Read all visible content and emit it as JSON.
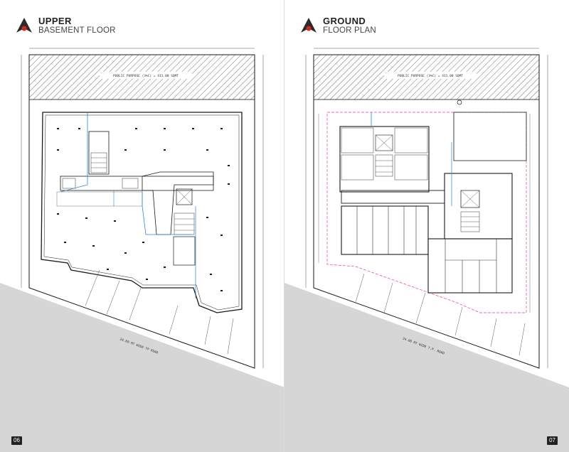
{
  "left_page": {
    "title": "UPPER",
    "subtitle": "BASEMENT FLOOR",
    "page_number": "06",
    "hatch_label": "PUBLIC PURPOSE (3%C) = 411.00 SQMT",
    "road_label": "24.00 MT WIDE TP ROAD"
  },
  "right_page": {
    "title": "GROUND",
    "subtitle": "FLOOR PLAN",
    "page_number": "07",
    "hatch_label": "PUBLIC PURPOSE (3%C) = 411.00 SQMT",
    "road_label": "24.00 MT WIDE T.P. ROAD"
  },
  "colors": {
    "logo_dark": "#2b2b2b",
    "logo_red": "#d7261e",
    "road_gray": "#d6d6d6",
    "line": "#1a1a1a",
    "blue_service": "#2e86d6",
    "magenta_setback": "#e63aa8"
  }
}
